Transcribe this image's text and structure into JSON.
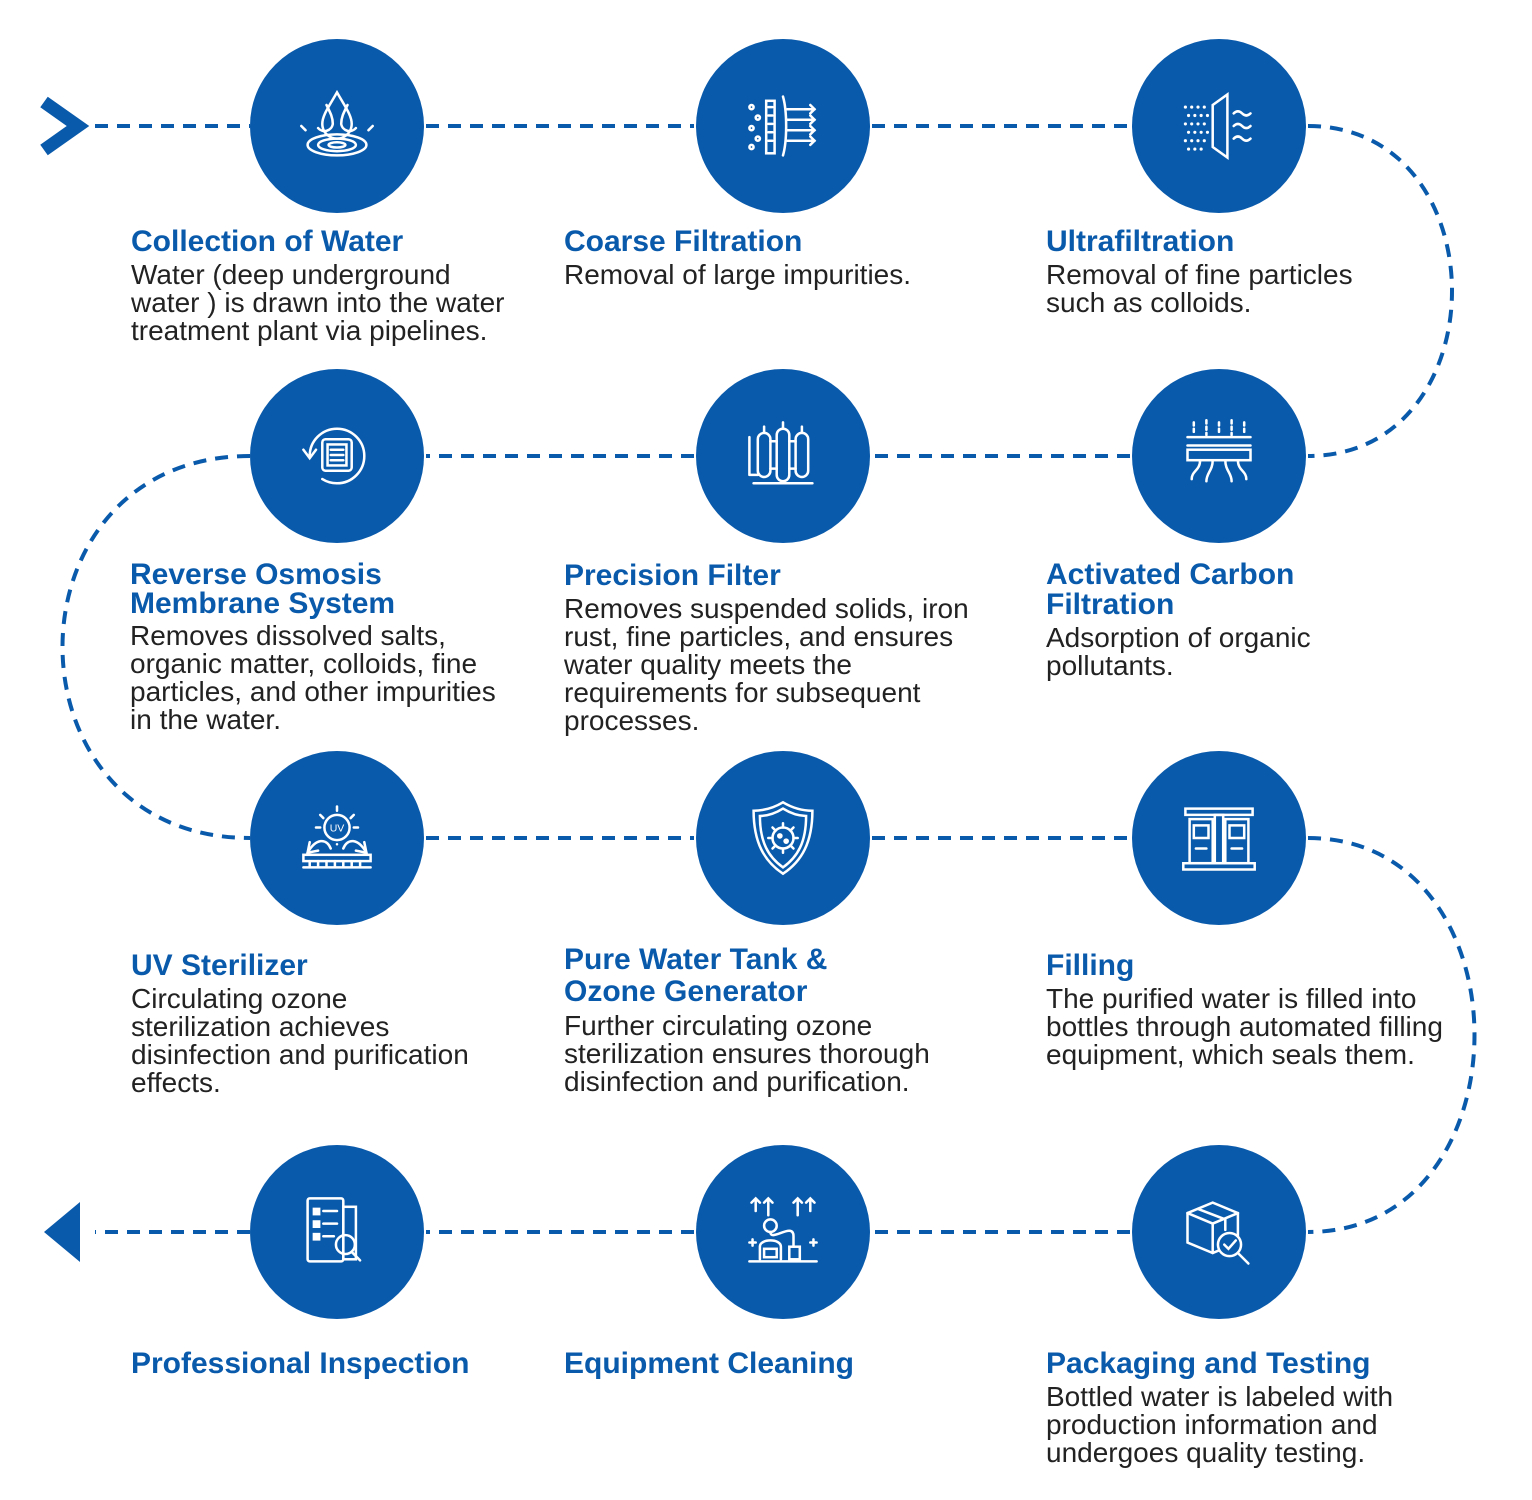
{
  "colors": {
    "accent": "#0a5aab",
    "text": "#222222",
    "background": "#ffffff"
  },
  "steps": [
    {
      "title": "Collection of Water",
      "description": "Water (deep underground water ) is drawn into the water treatment plant via pipelines.",
      "icon": "water-drop-icon"
    },
    {
      "title": "Coarse Filtration",
      "description": "Removal of large impurities.",
      "icon": "coarse-filter-icon"
    },
    {
      "title": "Ultrafiltration",
      "description": "Removal of fine particles such as colloids.",
      "icon": "ultrafiltration-icon"
    },
    {
      "title": "Activated Carbon Filtration",
      "description": "Adsorption of organic pollutants.",
      "icon": "carbon-filter-icon"
    },
    {
      "title": "Precision Filter",
      "description": "Removes suspended solids, iron rust, fine particles, and ensures water quality meets the requirements for subsequent processes.",
      "icon": "precision-filter-icon"
    },
    {
      "title": "Reverse Osmosis Membrane System",
      "description": "Removes dissolved salts, organic matter, colloids, fine particles, and other impurities in the water.",
      "icon": "reverse-osmosis-icon"
    },
    {
      "title": "UV Sterilizer",
      "description": "Circulating ozone sterilization achieves disinfection and purification effects.",
      "icon": "uv-sterilizer-icon",
      "icon_text": "UV"
    },
    {
      "title": "Pure Water Tank & Ozone Generator",
      "description": "Further circulating ozone sterilization ensures thorough disinfection and purification.",
      "icon": "shield-virus-icon"
    },
    {
      "title": "Filling",
      "description": "The purified water is filled into bottles through automated filling equipment, which seals them.",
      "icon": "filling-machine-icon"
    },
    {
      "title": "Packaging and Testing",
      "description": "Bottled water is labeled with production information and undergoes quality testing.",
      "icon": "package-inspect-icon"
    },
    {
      "title": "Equipment Cleaning",
      "description": "",
      "icon": "cleaning-equipment-icon"
    },
    {
      "title": "Professional Inspection",
      "description": "",
      "icon": "document-inspect-icon"
    }
  ]
}
